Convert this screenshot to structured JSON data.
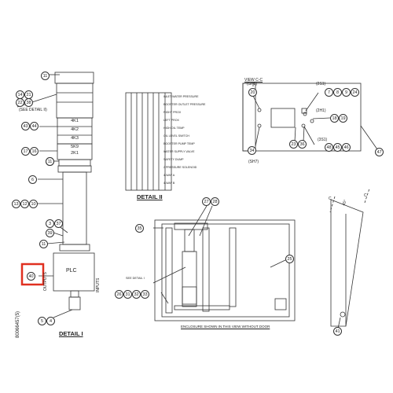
{
  "balloons": {
    "b11a": "11",
    "b14": "14",
    "b21": "21",
    "b22": "22",
    "b38": "38",
    "b43": "43",
    "b44": "44",
    "b17": "17",
    "b16": "16",
    "b11b": "11",
    "b6": "6",
    "b11c": "11",
    "b13": "13",
    "b12": "12",
    "b10": "10",
    "b3": "3",
    "b37": "37",
    "b39": "39",
    "b11d": "11",
    "b40": "40",
    "b5": "5",
    "b4": "4",
    "b20": "20",
    "b34": "34",
    "b7": "7",
    "b8": "8",
    "b9": "9",
    "b24": "24",
    "b18": "18",
    "b19": "19",
    "b23": "23",
    "b36": "36",
    "b45": "45",
    "b46": "46",
    "b48": "48",
    "b47": "47",
    "b27": "27",
    "b28": "28",
    "b35": "35",
    "b25": "25",
    "b26": "26",
    "b31": "31",
    "b32": "32",
    "b33": "33",
    "b41": "41"
  },
  "labels": {
    "see_detail_2": "(SEE DETAIL II)",
    "modules": [
      "4K1",
      "4K2",
      "4K3",
      "5K9",
      "2K1"
    ],
    "plc": "PLC",
    "outputs": "OUTPUTS",
    "inputs": "INPUTS",
    "detail_1": "DETAIL I",
    "detail_2": "DETAIL II",
    "part_number": "80066457(5)",
    "view_cc": "VIEW C-C",
    "sh8": "(SH8)",
    "sh7": "(SH7)",
    "x2s1": "(2S1)",
    "x2h1": "(2H1)",
    "x3s1": "(3S1)",
    "enclosure_note": "ENCLOSURE SHOWN IN THIS VIEW WITHOUT DOOR",
    "see_detail_1": "SEE DETAIL I",
    "section_c1": "C",
    "section_c2": "C",
    "dim": "45°"
  },
  "detail2_rows": [
    "INLET WATER PRESSURE",
    "BOOSTER OUTLET PRESSURE",
    "RIGHT PROX",
    "LEFT PROX",
    "HIGH OIL TEMP",
    "OIL LEVEL SWITCH",
    "BOOSTER PUMP TEMP",
    "WATER SUPPLY VALVE",
    "SAFETY DUMP",
    "2 PRESSURE SOLENOID",
    "4-WAY A",
    "4-WAY B"
  ],
  "colors": {
    "ink": "#333333",
    "highlight": "#e03020"
  }
}
